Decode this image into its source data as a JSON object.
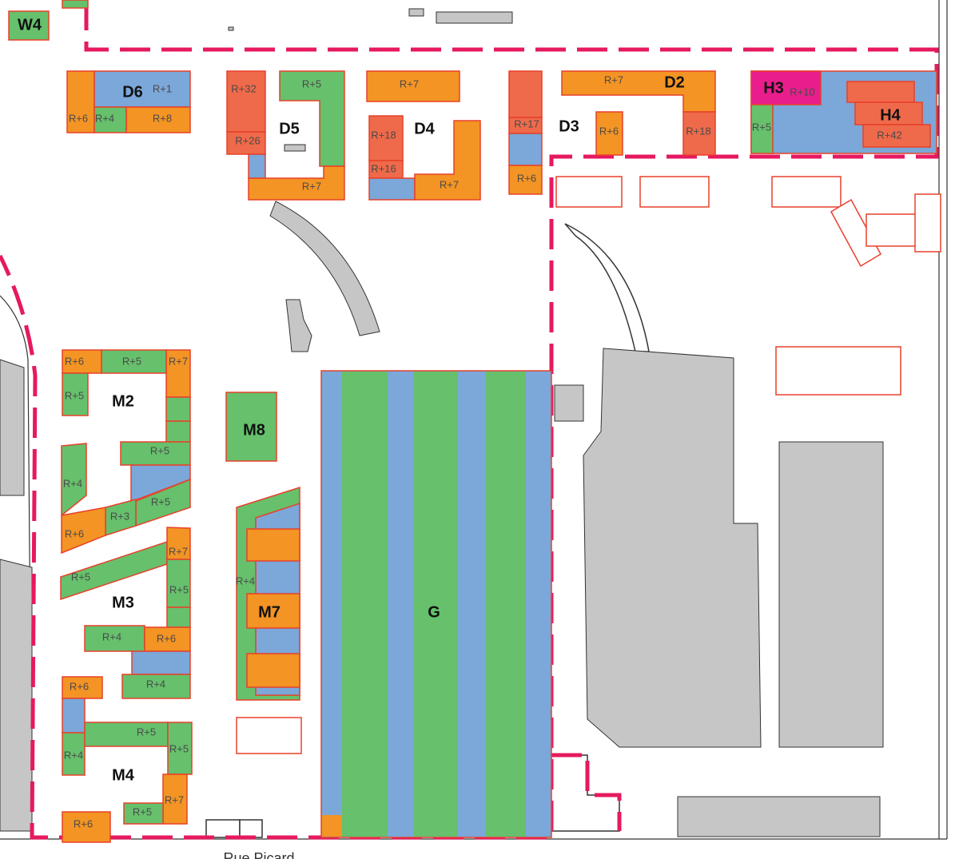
{
  "blocks": {
    "W4": "W4",
    "D6": "D6",
    "D5": "D5",
    "D4": "D4",
    "D3": "D3",
    "D2": "D2",
    "H3": "H3",
    "H4": "H4",
    "M2": "M2",
    "M8": "M8",
    "M3": "M3",
    "M7": "M7",
    "M4": "M4",
    "G": "G"
  },
  "street": "Rue Picard",
  "heights": [
    "R+1",
    "R+6",
    "R+4",
    "R+8",
    "R+32",
    "R+26",
    "R+5",
    "R+7",
    "R+7",
    "R+18",
    "R+16",
    "R+7",
    "R+17",
    "R+6",
    "R+7",
    "R+6",
    "R+18",
    "R+10",
    "R+5",
    "R+42",
    "R+6",
    "R+5",
    "R+7",
    "R+5",
    "R+5",
    "R+4",
    "R+5",
    "R+3",
    "R+6",
    "R+7",
    "R+5",
    "R+5",
    "R+4",
    "R+6",
    "R+4",
    "R+6",
    "R+5",
    "R+5",
    "R+4",
    "R+7",
    "R+5",
    "R+6",
    "R+4"
  ],
  "legend_colors": {
    "orange": "#f39424",
    "blue": "#7ba7d9",
    "green": "#66c06c",
    "red": "#ef6a4a",
    "magenta": "#e91e8c",
    "boundary": "#e6195f"
  }
}
